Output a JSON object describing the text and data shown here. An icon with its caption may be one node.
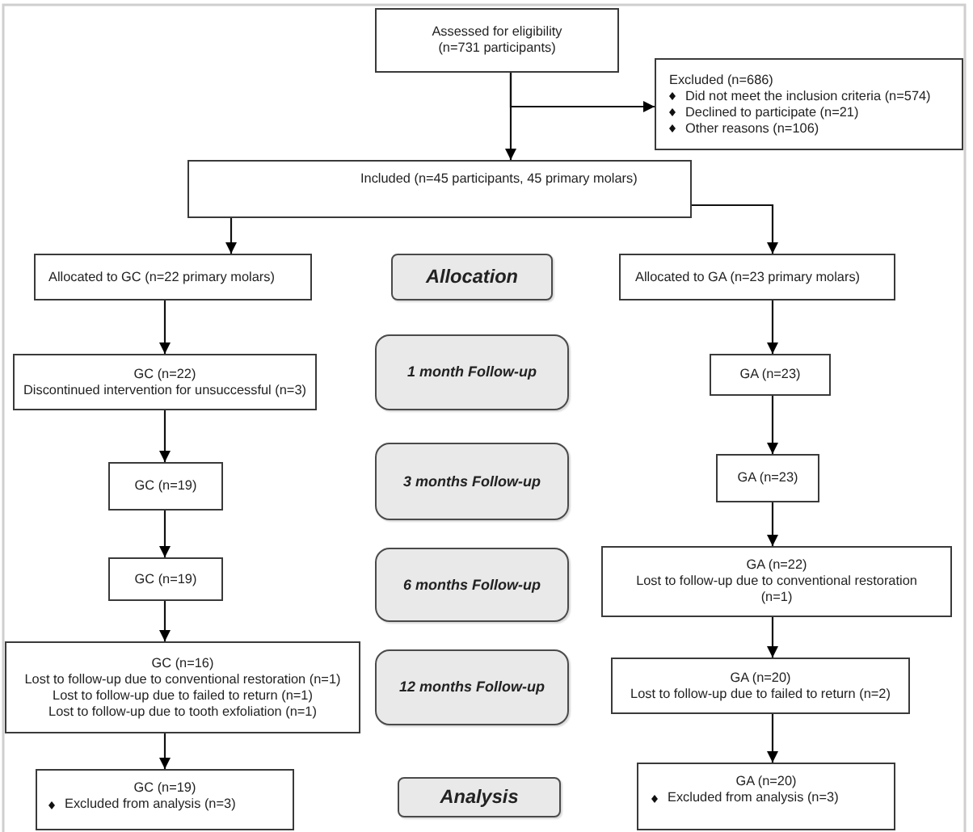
{
  "diagram": {
    "nodes": [
      {
        "text": [
          "Assessed for eligibility (n=731 participants)"
        ]
      },
      {
        "text": [
          "Excluded (n=686)",
          "Did not meet the inclusion criteria (n=574)",
          "Declined to participate (n=21)",
          "Other reasons (n=106)"
        ]
      },
      {
        "text": [
          "Included (n=45 participants, 45 primary molars)"
        ]
      },
      {
        "text": [
          "Allocated to GC (n=22 primary molars)"
        ]
      },
      {
        "text": [
          "Allocation"
        ]
      },
      {
        "text": [
          "Allocated to GA (n=23 primary molars)"
        ]
      },
      {
        "text": [
          "GC (n=22)",
          "Discontinued intervention for unsuccessful (n=3)"
        ]
      },
      {
        "text": [
          "1 month Follow-up"
        ]
      },
      {
        "text": [
          "GA (n=23)"
        ]
      },
      {
        "text": [
          "GC (n=19)"
        ]
      },
      {
        "text": [
          "3 months Follow-up"
        ]
      },
      {
        "text": [
          "GA (n=23)"
        ]
      },
      {
        "text": [
          "GC (n=19)"
        ]
      },
      {
        "text": [
          "6 months Follow-up"
        ]
      },
      {
        "text": [
          "GA (n=22)",
          "Lost to follow-up due to conventional restoration (n=1)"
        ]
      },
      {
        "text": [
          "GC (n=16)",
          "Lost to follow-up due to conventional restoration (n=1)",
          "Lost to follow-up due to failed to return (n=1)",
          "Lost to follow-up due to tooth exfoliation (n=1)"
        ]
      },
      {
        "text": [
          "12 months Follow-up"
        ]
      },
      {
        "text": [
          "GA (n=20)",
          "Lost to follow-up due to failed to return (n=2)"
        ]
      },
      {
        "text": [
          "GC (n=19)",
          "Excluded from analysis (n=3)"
        ]
      },
      {
        "text": [
          "Analysis"
        ]
      },
      {
        "text": [
          "GA (n=20)",
          "Excluded from analysis (n=3)"
        ]
      }
    ],
    "edges": [
      {
        "from": 0,
        "to": 2,
        "arrow": "to"
      },
      {
        "from": 0,
        "to": 1,
        "arrow": "to"
      },
      {
        "from": 2,
        "to": 3,
        "arrow": "to"
      },
      {
        "from": 2,
        "to": 5,
        "arrow": "to"
      },
      {
        "from": 3,
        "to": 6,
        "arrow": "to"
      },
      {
        "from": 6,
        "to": 9,
        "arrow": "to"
      },
      {
        "from": 9,
        "to": 12,
        "arrow": "to"
      },
      {
        "from": 12,
        "to": 15,
        "arrow": "to"
      },
      {
        "from": 15,
        "to": 18,
        "arrow": "to"
      },
      {
        "from": 5,
        "to": 8,
        "arrow": "to"
      },
      {
        "from": 8,
        "to": 11,
        "arrow": "to"
      },
      {
        "from": 11,
        "to": 14,
        "arrow": "to"
      },
      {
        "from": 14,
        "to": 17,
        "arrow": "to"
      },
      {
        "from": 17,
        "to": 20,
        "arrow": "to"
      }
    ]
  }
}
